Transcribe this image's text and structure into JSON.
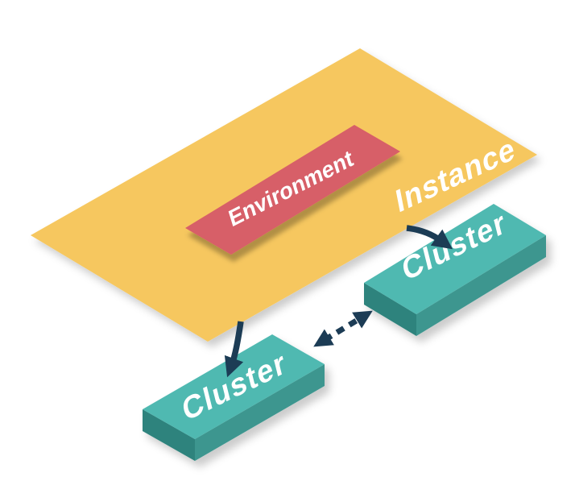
{
  "diagram": {
    "background": "#ffffff",
    "nodes": {
      "instance": {
        "label": "Instance",
        "shape": "isometric-plane"
      },
      "environment": {
        "label": "Environment",
        "shape": "isometric-panel"
      },
      "cluster_left": {
        "label": "Cluster",
        "shape": "isometric-box"
      },
      "cluster_right": {
        "label": "Cluster",
        "shape": "isometric-box"
      }
    },
    "edges": [
      {
        "from": "instance",
        "to": "cluster_left",
        "style": "solid-arrow"
      },
      {
        "from": "instance",
        "to": "cluster_right",
        "style": "solid-arrow"
      },
      {
        "from": "cluster_left",
        "to": "cluster_right",
        "style": "dashed-double-arrow"
      }
    ],
    "colors": {
      "instance_fill": "#F6C75E",
      "environment_fill": "#D75F68",
      "cluster_top": "#4FB9B1",
      "cluster_front": "#3C968F",
      "cluster_end": "#2E837D",
      "arrow": "#1C3C55",
      "label": "#FFFFFF"
    }
  }
}
